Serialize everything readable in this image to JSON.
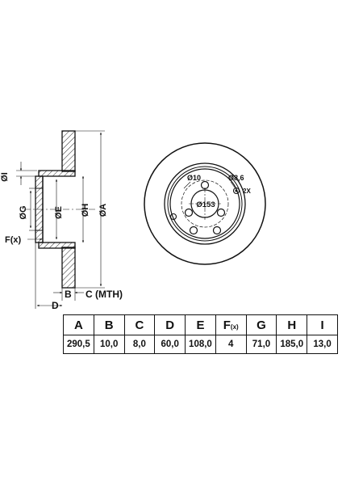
{
  "labels": {
    "dim_i": "ØI",
    "dim_g": "ØG",
    "dim_e": "ØE",
    "dim_h": "ØH",
    "dim_a": "ØA",
    "dim_f": "F(x)",
    "dim_b": "B",
    "dim_c": "C (MTH)",
    "dim_d": "D",
    "hole_diameter": "Ø10",
    "bolt_circle": "Ø153",
    "aux_hole": "Ø8,6",
    "aux_count": "2X"
  },
  "table": {
    "headers": [
      "A",
      "B",
      "C",
      "D",
      "E",
      "F",
      "G",
      "H",
      "I"
    ],
    "header_f_suffix": "(x)",
    "values": [
      "290,5",
      "10,0",
      "8,0",
      "60,0",
      "108,0",
      "4",
      "71,0",
      "185,0",
      "13,0"
    ]
  },
  "colors": {
    "line": "#111111",
    "background": "#ffffff"
  }
}
